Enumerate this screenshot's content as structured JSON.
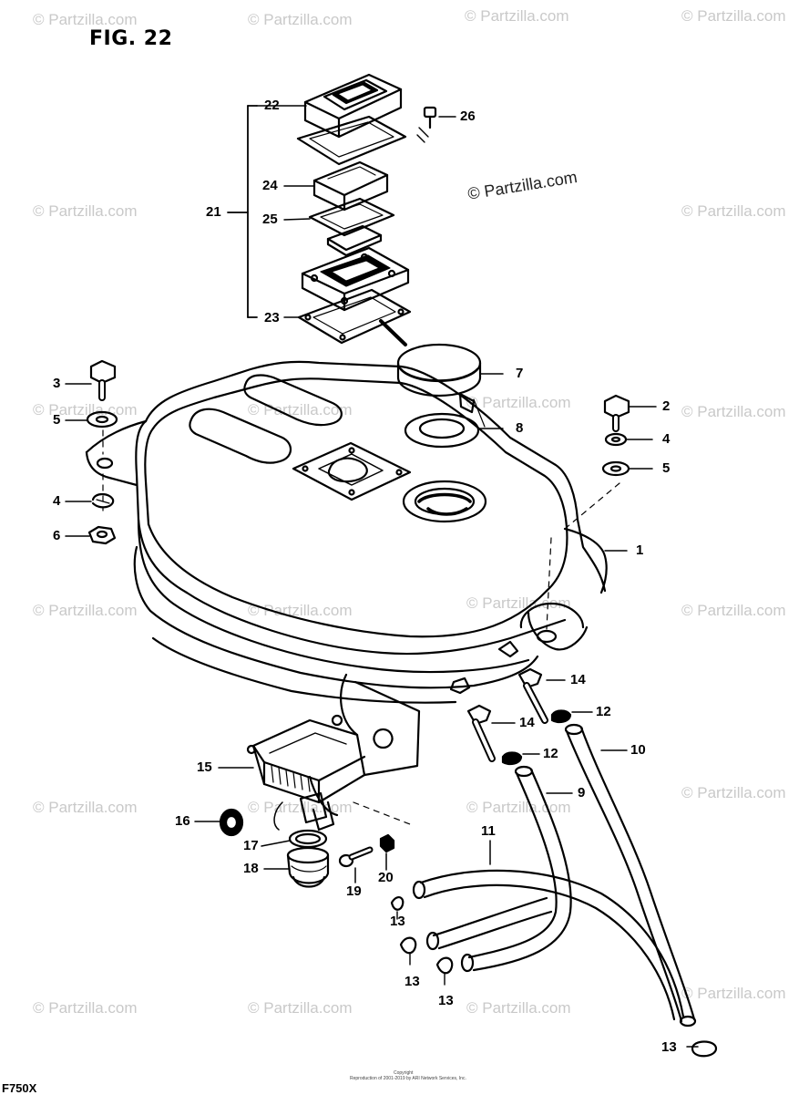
{
  "figure": {
    "title": "FIG. 22",
    "model_code": "F750X",
    "watermark_text": "© Partzilla.com",
    "copyright_main": "© Partzilla.com",
    "fine_print_line1": "Copyright",
    "fine_print_line2": "Reproduction of 2001-2019 by ARI Network Services, Inc."
  },
  "callouts": [
    {
      "id": "c22",
      "label": "22"
    },
    {
      "id": "c26",
      "label": "26"
    },
    {
      "id": "c24",
      "label": "24"
    },
    {
      "id": "c21",
      "label": "21"
    },
    {
      "id": "c25",
      "label": "25"
    },
    {
      "id": "c23",
      "label": "23"
    },
    {
      "id": "c7",
      "label": "7"
    },
    {
      "id": "c3",
      "label": "3"
    },
    {
      "id": "c8",
      "label": "8"
    },
    {
      "id": "c2",
      "label": "2"
    },
    {
      "id": "c5a",
      "label": "5"
    },
    {
      "id": "c4b",
      "label": "4"
    },
    {
      "id": "c5b",
      "label": "5"
    },
    {
      "id": "c4a",
      "label": "4"
    },
    {
      "id": "c6",
      "label": "6"
    },
    {
      "id": "c1",
      "label": "1"
    },
    {
      "id": "c14a",
      "label": "14"
    },
    {
      "id": "c12a",
      "label": "12"
    },
    {
      "id": "c14b",
      "label": "14"
    },
    {
      "id": "c10",
      "label": "10"
    },
    {
      "id": "c12b",
      "label": "12"
    },
    {
      "id": "c15",
      "label": "15"
    },
    {
      "id": "c9",
      "label": "9"
    },
    {
      "id": "c16",
      "label": "16"
    },
    {
      "id": "c11",
      "label": "11"
    },
    {
      "id": "c17",
      "label": "17"
    },
    {
      "id": "c18",
      "label": "18"
    },
    {
      "id": "c19",
      "label": "19"
    },
    {
      "id": "c20",
      "label": "20"
    },
    {
      "id": "c13a",
      "label": "13"
    },
    {
      "id": "c13b",
      "label": "13"
    },
    {
      "id": "c13c",
      "label": "13"
    },
    {
      "id": "c13d",
      "label": "13"
    }
  ],
  "colors": {
    "line": "#000000",
    "watermark": "#c9c9c9",
    "background": "#ffffff"
  }
}
